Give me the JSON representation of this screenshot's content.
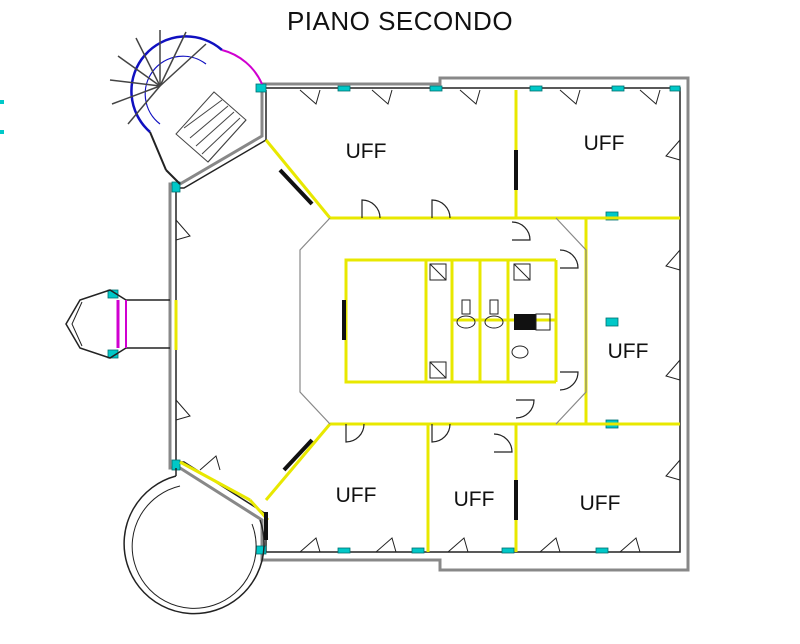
{
  "plan": {
    "title": "PIANO SECONDO",
    "rooms": [
      {
        "id": "top-left",
        "label": "UFF"
      },
      {
        "id": "top-right",
        "label": "UFF"
      },
      {
        "id": "middle-right",
        "label": "UFF"
      },
      {
        "id": "bottom-left",
        "label": "UFF"
      },
      {
        "id": "bottom-middle",
        "label": "UFF"
      },
      {
        "id": "bottom-right",
        "label": "UFF"
      }
    ],
    "colors": {
      "wall": "#222222",
      "partition": "#e8e800",
      "window": "#00c8c8",
      "stair": "#1010c0",
      "magenta": "#d000d0",
      "gray": "#888888"
    }
  }
}
